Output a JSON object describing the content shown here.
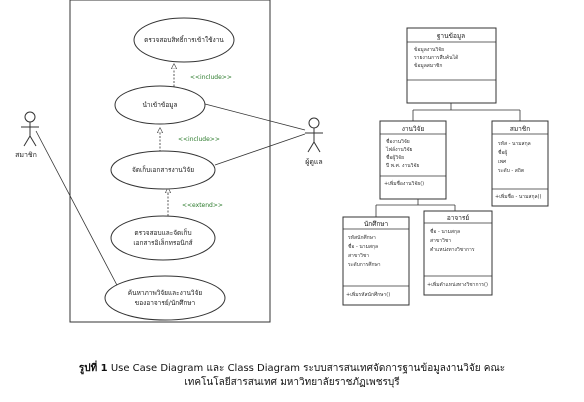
{
  "usecase": {
    "actors": [
      {
        "id": "member",
        "label": "สมาชิก"
      },
      {
        "id": "admin",
        "label": "ผู้ดูแล"
      }
    ],
    "cases": [
      {
        "id": "uc1",
        "label": "ตรวจสอบสิทธิ์การเข้าใช้งาน"
      },
      {
        "id": "uc2",
        "label": "นำเข้าข้อมูล"
      },
      {
        "id": "uc3",
        "label": "จัดเก็บเอกสารงานวิจัย"
      },
      {
        "id": "uc4",
        "label": [
          "ตรวจสอบและจัดเก็บ",
          "เอกสารอิเล็กทรอนิกส์"
        ]
      },
      {
        "id": "uc5",
        "label": [
          "ค้นหาภาพวิจัยและงานวิจัย",
          "ของอาจารย์/นักศึกษา"
        ]
      }
    ],
    "stereotypes": [
      "<<include>>",
      "<<include>>",
      "<<extend>>"
    ]
  },
  "classes": [
    {
      "id": "database",
      "name": "ฐานข้อมูล",
      "attrs": [
        "ข้อมูลงานวิจัย",
        "รายงานการสืบค้นได้",
        "ข้อมูลสมาชิก"
      ],
      "ops": []
    },
    {
      "id": "research",
      "name": "งานวิจัย",
      "attrs": [
        "ชื่องานวิจัย",
        "ไฟล์งานวิจัย",
        "ชื่อผู้วิจัย",
        "ปี พ.ศ. งานวิจัย"
      ],
      "ops": [
        "+เพิ่มชื่องานวิจัย()"
      ]
    },
    {
      "id": "member",
      "name": "สมาชิก",
      "attrs": [
        "รหัส - นามสกุล",
        "ชื่อผู้",
        "เพศ",
        "ระดับ - สถิต"
      ],
      "ops": [
        "+เพิ่มชื่อ - นามสกุล()"
      ]
    },
    {
      "id": "student",
      "name": "นักศึกษา",
      "attrs": [
        "รหัสนักศึกษา",
        "ชื่อ - นามสกุล",
        "สาขาวิชา",
        "ระดับการศึกษา"
      ],
      "ops": [
        "+เพิ่มรหัสนักศึกษา()"
      ]
    },
    {
      "id": "teacher",
      "name": "อาจารย์",
      "attrs": [
        "ชื่อ - นามสกุล",
        "สาขาวิชา",
        "ตำแหน่งทางวิชาการ"
      ],
      "ops": [
        "+เพิ่มตำแหน่งทางวิชาการ()"
      ]
    }
  ],
  "caption": {
    "bold": "รูปที่ 1",
    "line1": " Use Case Diagram และ Class Diagram ระบบสารสนเทศจัดการฐานข้อมูลงานวิจัย คณะ",
    "line2": "เทคโนโลยีสารสนเทศ มหาวิทยาลัยราชภัฏเพชรบุรี"
  }
}
